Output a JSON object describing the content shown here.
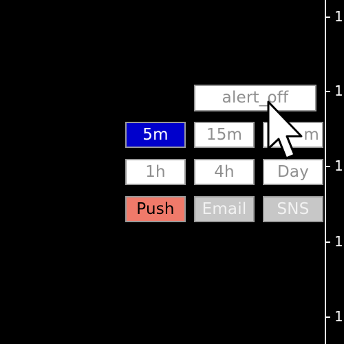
{
  "alert_button": {
    "label": "alert_off"
  },
  "timeframes": [
    {
      "label": "5m",
      "selected": true
    },
    {
      "label": "15m",
      "selected": false
    },
    {
      "label": "m",
      "selected": false
    },
    {
      "label": "1h",
      "selected": false
    },
    {
      "label": "4h",
      "selected": false
    },
    {
      "label": "Day",
      "selected": false
    }
  ],
  "notifications": [
    {
      "label": "Push",
      "state": "active"
    },
    {
      "label": "Email",
      "state": "disabled"
    },
    {
      "label": "SNS",
      "state": "disabled"
    }
  ],
  "price_axis": {
    "tick_labels": [
      "1",
      "1",
      "1",
      "1",
      "1"
    ]
  },
  "colors": {
    "background": "#000000",
    "selected": "#0000cc",
    "push_active": "#f07a6a",
    "disabled": "#c7c7c7",
    "button": "#ffffff"
  },
  "cursor": {
    "icon": "arrow-pointer-icon"
  }
}
